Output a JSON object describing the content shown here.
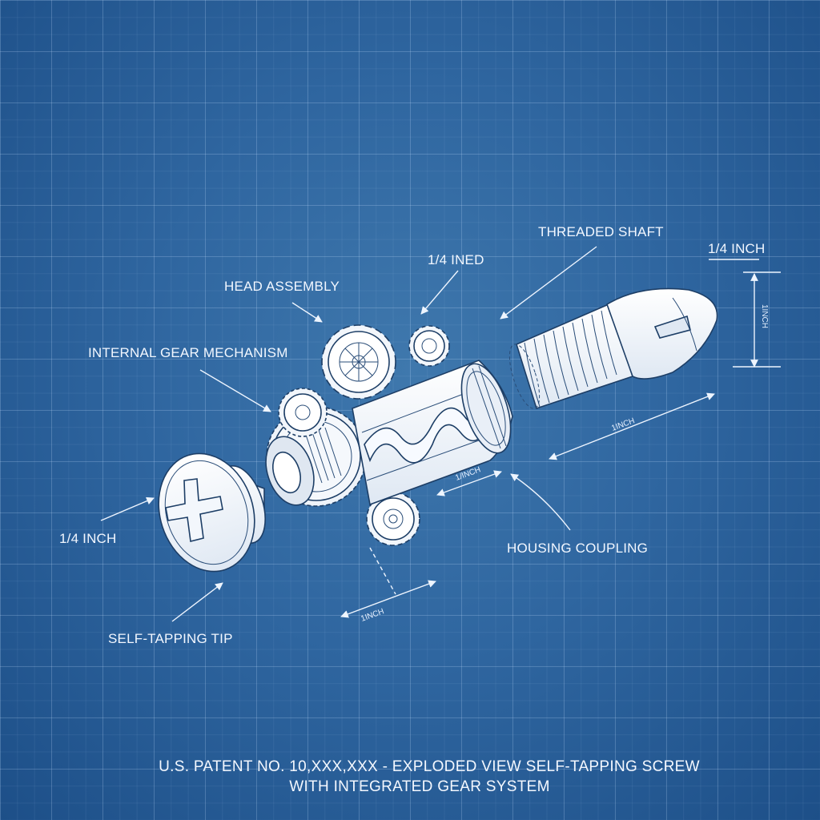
{
  "labels": {
    "threaded_shaft": "THREADED SHAFT",
    "quarter_inch_top": "1/4 INCH",
    "quarter_ined": "1/4 INED",
    "head_assembly": "HEAD ASSEMBLY",
    "internal_gear": "INTERNAL GEAR MECHANISM",
    "quarter_inch_left": "1/4 INCH",
    "self_tapping_tip": "SELF-TAPPING TIP",
    "housing_coupling": "HOUSING COUPLING"
  },
  "dimensions": {
    "vertical": "1INCH",
    "shaft_length": "1INCH",
    "housing_length": "1/INCH",
    "lower_length": "1INCH"
  },
  "caption": {
    "line1": "U.S. PATENT NO. 10,XXX,XXX - EXPLODED VIEW SELF-TAPPING SCREW",
    "line2": "WITH INTEGRATED GEAR SYSTEM"
  }
}
